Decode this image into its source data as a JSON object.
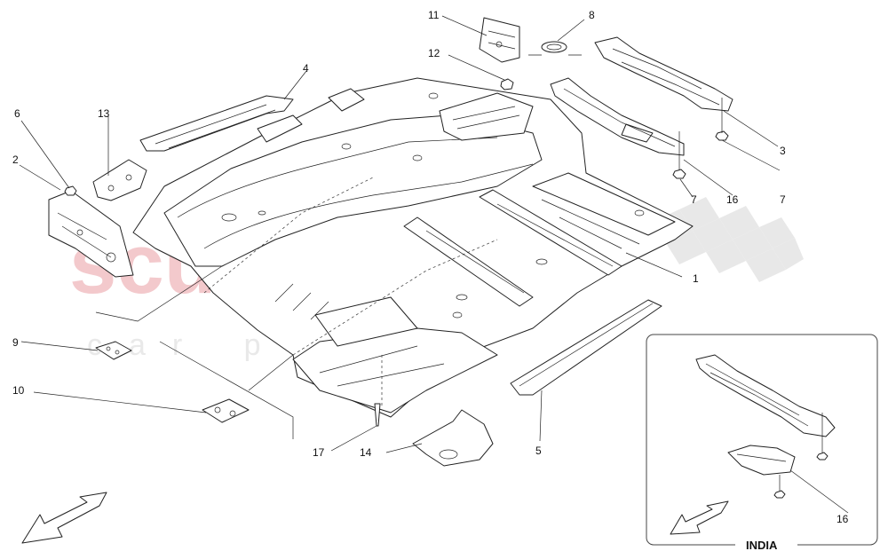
{
  "watermark": {
    "brand": "scuderia",
    "tagline": "car parts",
    "colors": {
      "brand": "#f3c9cc",
      "checker": "#e6e6e6"
    }
  },
  "callouts": [
    "1",
    "2",
    "3",
    "4",
    "5",
    "6",
    "7",
    "7",
    "8",
    "9",
    "10",
    "11",
    "12",
    "13",
    "14",
    "16",
    "16",
    "17"
  ],
  "inset": {
    "title": "INDIA",
    "callout": "16"
  },
  "icons": {
    "direction": "front-direction-arrow-icon"
  }
}
